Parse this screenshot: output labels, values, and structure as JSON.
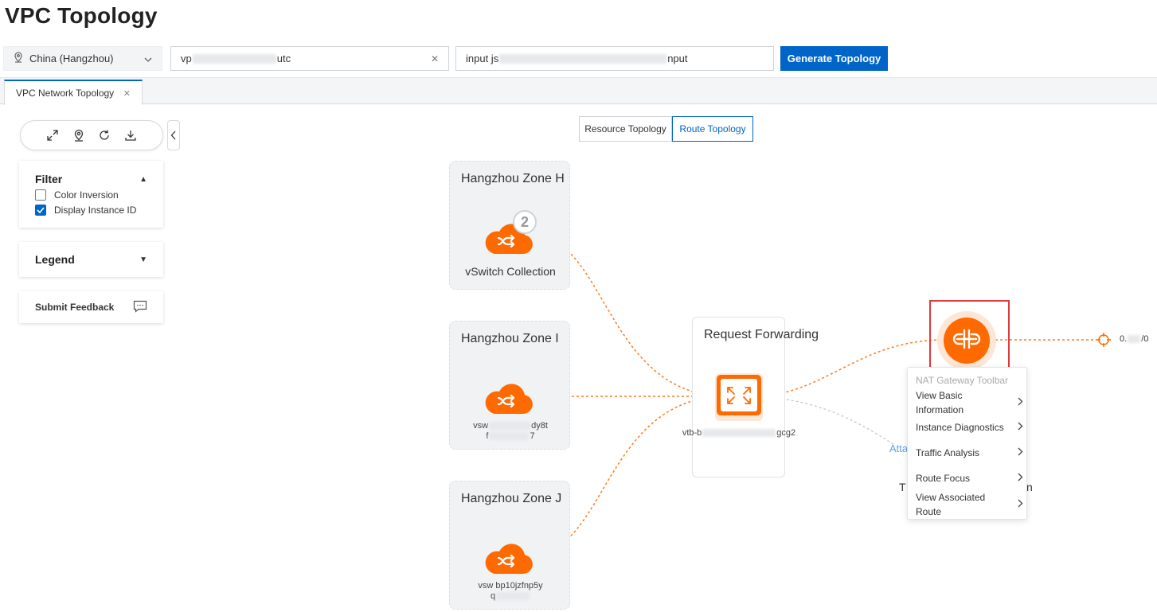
{
  "page": {
    "title": "VPC Topology"
  },
  "header": {
    "region": "China (Hangzhou)",
    "vpc_prefix": "vp",
    "vpc_suffix": "utc",
    "instance_prefix": "input js",
    "instance_suffix": "nput",
    "generate_label": "Generate Topology"
  },
  "tabs": [
    {
      "label": "VPC Network Topology"
    }
  ],
  "sidebar": {
    "filter_title": "Filter",
    "filter_options": [
      {
        "label": "Color Inversion",
        "checked": false
      },
      {
        "label": "Display Instance ID",
        "checked": true
      }
    ],
    "legend_title": "Legend",
    "feedback_label": "Submit Feedback"
  },
  "view_toggle": {
    "resource": "Resource Topology",
    "route": "Route Topology",
    "active": "route"
  },
  "zones": [
    {
      "title": "Hangzhou Zone H",
      "label": "vSwitch Collection",
      "badge": "2"
    },
    {
      "title": "Hangzhou Zone I",
      "id_line1_prefix": "vsw",
      "id_line1_suffix": "dy8t",
      "id_line2_prefix": "f",
      "id_line2_suffix": "7"
    },
    {
      "title": "Hangzhou Zone J",
      "id_line1_prefix": "vsw",
      "id_line1_suffix": "bp10jzfnp5y",
      "id_line2_prefix": "q",
      "id_line2_suffix": ""
    }
  ],
  "route_table": {
    "title": "Request Forwarding",
    "id_prefix": "vtb-b",
    "id_suffix": "gcg2"
  },
  "destination": {
    "prefix": "0.",
    "suffix": "/0"
  },
  "ghost_text": {
    "a": "Atta",
    "t": "T",
    "n": "n"
  },
  "nat_menu": {
    "title": "NAT Gateway Toolbar",
    "items": [
      {
        "label": "View Basic Information"
      },
      {
        "label": "Instance Diagnostics"
      },
      {
        "label": "Traffic Analysis"
      },
      {
        "label": "Route Focus"
      },
      {
        "label": "View Associated Route"
      }
    ]
  },
  "colors": {
    "accent": "#0064c8",
    "node_orange": "#ff6a00",
    "highlight": "#e0393e"
  }
}
